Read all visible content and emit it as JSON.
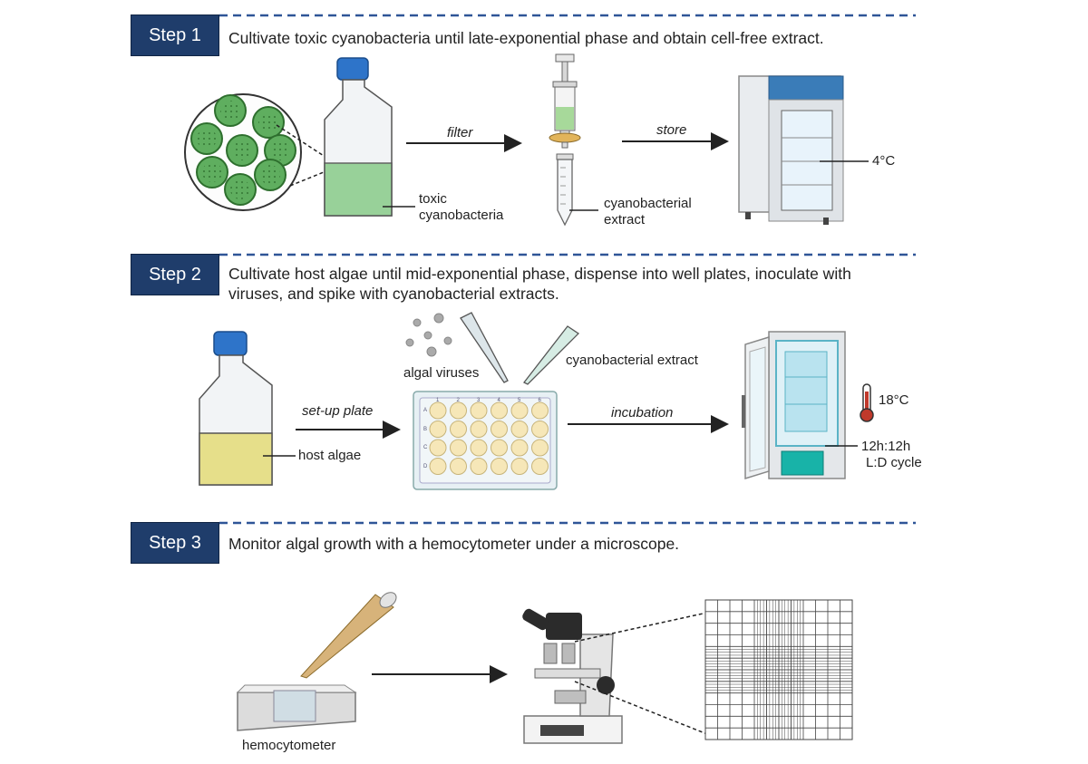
{
  "steps": [
    {
      "badge": "Step 1",
      "text": "Cultivate toxic cyanobacteria until late-exponential phase and obtain cell-free extract."
    },
    {
      "badge": "Step 2",
      "text": "Cultivate host algae until mid-exponential phase, dispense into well plates, inoculate with viruses, and spike with cyanobacterial extracts."
    },
    {
      "badge": "Step 3",
      "text": "Monitor algal growth with a hemocytometer under a microscope."
    }
  ],
  "step1": {
    "filter_label": "filter",
    "store_label": "store",
    "toxic_label_1": "toxic",
    "toxic_label_2": "cyanobacteria",
    "extract_label_1": "cyanobacterial",
    "extract_label_2": "extract",
    "fridge_temp": "4°C"
  },
  "step2": {
    "host_label": "host algae",
    "setup_label": "set-up plate",
    "viruses_label": "algal viruses",
    "extract_label": "cyanobacterial extract",
    "incubation_label": "incubation",
    "temp_label": "18°C",
    "cycle_label_1": "12h:12h",
    "cycle_label_2": "L:D cycle",
    "plate_columns": [
      "1",
      "2",
      "3",
      "4",
      "5",
      "6"
    ],
    "plate_rows": [
      "A",
      "B",
      "C",
      "D"
    ]
  },
  "step3": {
    "hemocytometer_label": "hemocytometer"
  },
  "colors": {
    "badge": "#1f3d6b",
    "dashed_line": "#2f5597",
    "cyano_green": "#7fc97f",
    "algae_yellow": "#e6df8a",
    "flask_cap": "#2e74c9",
    "well": "#f6e7b8"
  }
}
